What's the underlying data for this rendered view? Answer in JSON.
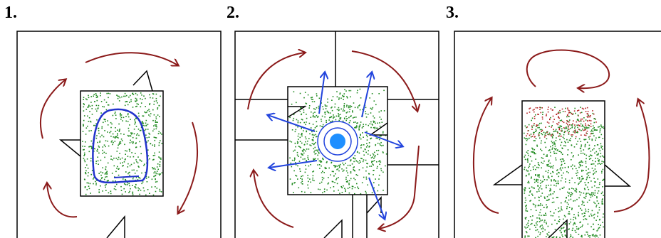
{
  "panels": [
    {
      "label": "1."
    },
    {
      "label": "2."
    },
    {
      "label": "3."
    }
  ],
  "colors": {
    "outline": "#000000",
    "circulation_arrows": "#8b1a1a",
    "inner_loop": "#2233cc",
    "outward_arrows": "#2244dd",
    "center_disc": "#1e8fff",
    "speckle_green": "#1f8a1f",
    "speckle_red": "#b22222"
  }
}
